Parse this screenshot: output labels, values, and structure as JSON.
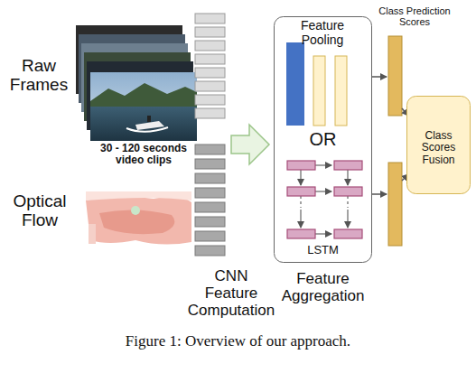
{
  "diagram": {
    "caption": "Figure 1: Overview of our approach.",
    "nodes": [
      {
        "text": [
          "Feature Pooling",
          "OR",
          "LSTM",
          "Feature Aggregation"
        ]
      },
      {
        "text": [
          "Class Scores Fusion"
        ]
      }
    ],
    "labels": [
      "Raw Frames",
      "30 - 120 seconds video clips",
      "Optical Flow",
      "CNN Feature Computation",
      "Class Prediction Scores"
    ]
  }
}
